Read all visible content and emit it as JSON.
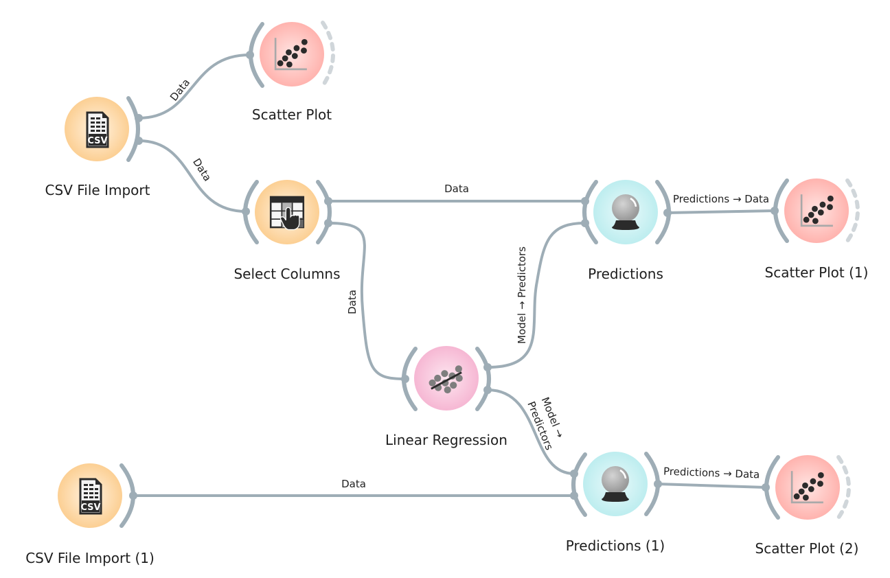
{
  "canvas": {
    "title": "Orange workflow canvas"
  },
  "colors": {
    "link": "#9eadb6",
    "data_node": "#fdd4a0",
    "visualize_node": "#ffb8b4",
    "evaluate_node": "#c2eef0",
    "model_node": "#f7bcd7",
    "text": "#1e1e1e"
  },
  "nodes": [
    {
      "id": "csv1",
      "title": "CSV File Import",
      "icon": "csv-file-icon",
      "category": "data"
    },
    {
      "id": "scatter0",
      "title": "Scatter Plot",
      "icon": "scatter-plot-icon",
      "category": "visualize"
    },
    {
      "id": "select",
      "title": "Select Columns",
      "icon": "select-columns-icon",
      "category": "data"
    },
    {
      "id": "pred0",
      "title": "Predictions",
      "icon": "crystal-ball-icon",
      "category": "evaluate"
    },
    {
      "id": "scatter1",
      "title": "Scatter Plot (1)",
      "icon": "scatter-plot-icon",
      "category": "visualize"
    },
    {
      "id": "linreg",
      "title": "Linear Regression",
      "icon": "linear-regression-icon",
      "category": "model"
    },
    {
      "id": "csv2",
      "title": "CSV File Import (1)",
      "icon": "csv-file-icon",
      "category": "data"
    },
    {
      "id": "pred1",
      "title": "Predictions (1)",
      "icon": "crystal-ball-icon",
      "category": "evaluate"
    },
    {
      "id": "scatter2",
      "title": "Scatter Plot (2)",
      "icon": "scatter-plot-icon",
      "category": "visualize"
    }
  ],
  "links": [
    {
      "from": "csv1",
      "to": "scatter0",
      "label": "Data"
    },
    {
      "from": "csv1",
      "to": "select",
      "label": "Data"
    },
    {
      "from": "select",
      "to": "pred0",
      "label": "Data"
    },
    {
      "from": "select",
      "to": "linreg",
      "label": "Data"
    },
    {
      "from": "linreg",
      "to": "pred0",
      "label": "Model → Predictors"
    },
    {
      "from": "pred0",
      "to": "scatter1",
      "label": "Predictions → Data"
    },
    {
      "from": "linreg",
      "to": "pred1",
      "label_line1": "Model →",
      "label_line2": "Predictors"
    },
    {
      "from": "csv2",
      "to": "pred1",
      "label": "Data"
    },
    {
      "from": "pred1",
      "to": "scatter2",
      "label": "Predictions → Data"
    }
  ]
}
